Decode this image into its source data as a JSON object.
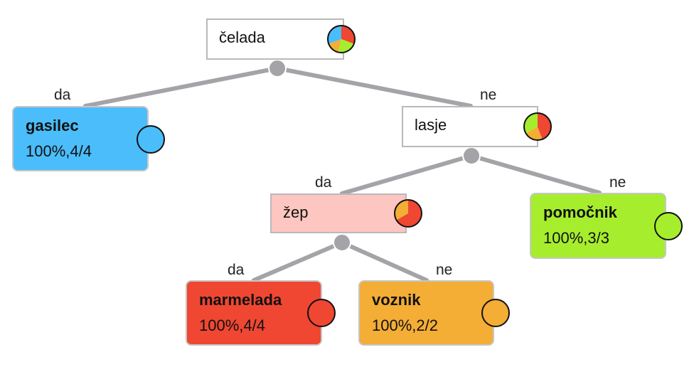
{
  "colors": {
    "gasilec": "#4bbdfb",
    "marmelada": "#ef4732",
    "voznik": "#f4ad35",
    "pomocnik": "#a6ee2d",
    "edge": "#a4a4a8",
    "zep_fill": "#fec6c0"
  },
  "nodes": [
    {
      "id": "celada",
      "label": "čelada",
      "type": "split",
      "fill": "#ffffff",
      "dist": [
        {
          "cls": "marmelada",
          "value": 4
        },
        {
          "cls": "pomocnik",
          "value": 3
        },
        {
          "cls": "voznik",
          "value": 2
        },
        {
          "cls": "gasilec",
          "value": 4
        }
      ]
    },
    {
      "id": "gasilec",
      "label": "gasilec",
      "type": "leaf",
      "stat": "100%,4/4",
      "cls": "gasilec"
    },
    {
      "id": "lasje",
      "label": "lasje",
      "type": "split",
      "fill": "#ffffff",
      "dist": [
        {
          "cls": "marmelada",
          "value": 4
        },
        {
          "cls": "voznik",
          "value": 2
        },
        {
          "cls": "pomocnik",
          "value": 3
        }
      ]
    },
    {
      "id": "zep",
      "label": "žep",
      "type": "split",
      "fill": "#fec6c0",
      "dist": [
        {
          "cls": "marmelada",
          "value": 4
        },
        {
          "cls": "voznik",
          "value": 2
        }
      ]
    },
    {
      "id": "pomocnik",
      "label": "pomočnik",
      "type": "leaf",
      "stat": "100%,3/3",
      "cls": "pomocnik"
    },
    {
      "id": "marmelada",
      "label": "marmelada",
      "type": "leaf",
      "stat": "100%,4/4",
      "cls": "marmelada"
    },
    {
      "id": "voznik",
      "label": "voznik",
      "type": "leaf",
      "stat": "100%,2/2",
      "cls": "voznik"
    }
  ],
  "edges": [
    {
      "from": "celada",
      "to": "gasilec",
      "label": "da"
    },
    {
      "from": "celada",
      "to": "lasje",
      "label": "ne"
    },
    {
      "from": "lasje",
      "to": "zep",
      "label": "da"
    },
    {
      "from": "lasje",
      "to": "pomocnik",
      "label": "ne"
    },
    {
      "from": "zep",
      "to": "marmelada",
      "label": "da"
    },
    {
      "from": "zep",
      "to": "voznik",
      "label": "ne"
    }
  ]
}
